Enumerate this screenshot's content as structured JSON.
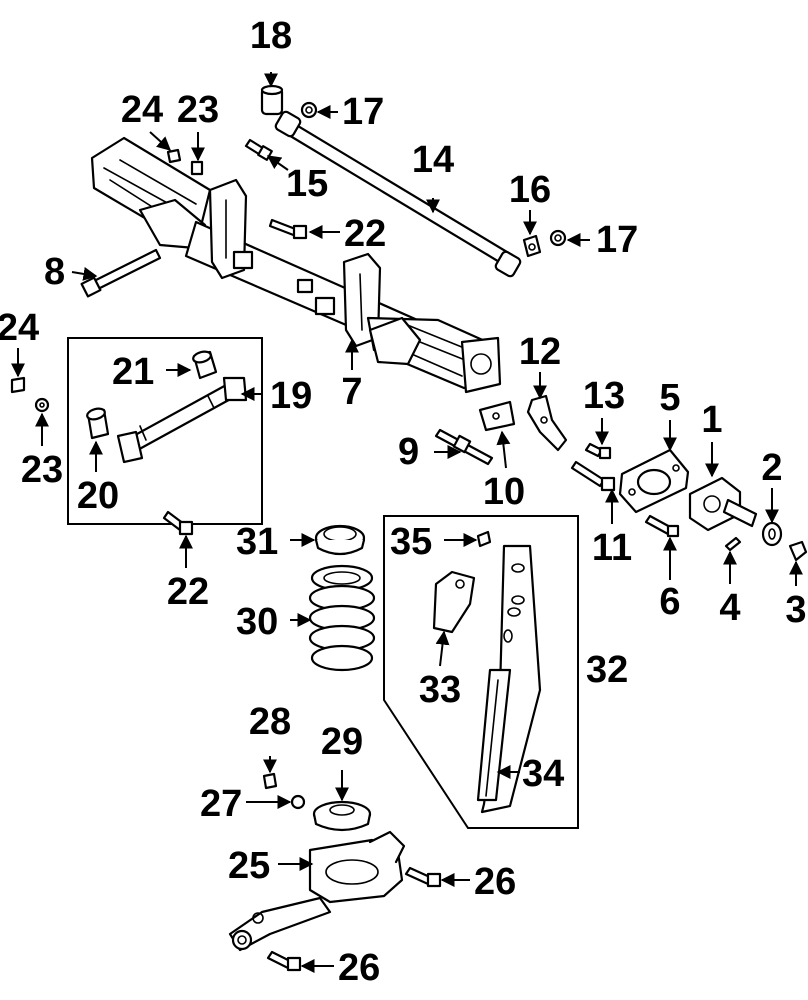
{
  "callouts": {
    "c1": "1",
    "c2": "2",
    "c3": "3",
    "c4": "4",
    "c5": "5",
    "c6": "6",
    "c7": "7",
    "c8": "8",
    "c9": "9",
    "c10": "10",
    "c11": "11",
    "c12": "12",
    "c13": "13",
    "c14": "14",
    "c15": "15",
    "c16": "16",
    "c17a": "17",
    "c17b": "17",
    "c18": "18",
    "c19": "19",
    "c20": "20",
    "c21": "21",
    "c22a": "22",
    "c22b": "22",
    "c23a": "23",
    "c23b": "23",
    "c24a": "24",
    "c24b": "24",
    "c25": "25",
    "c26a": "26",
    "c26b": "26",
    "c27": "27",
    "c28": "28",
    "c29": "29",
    "c30": "30",
    "c31": "31",
    "c32": "32",
    "c33": "33",
    "c34": "34",
    "c35": "35"
  },
  "icons": {
    "axle": "axle-housing-icon",
    "track_bar": "track-bar-icon",
    "spring": "coil-spring-icon",
    "shock": "shock-absorber-icon",
    "control_arm": "lower-control-arm-icon"
  }
}
